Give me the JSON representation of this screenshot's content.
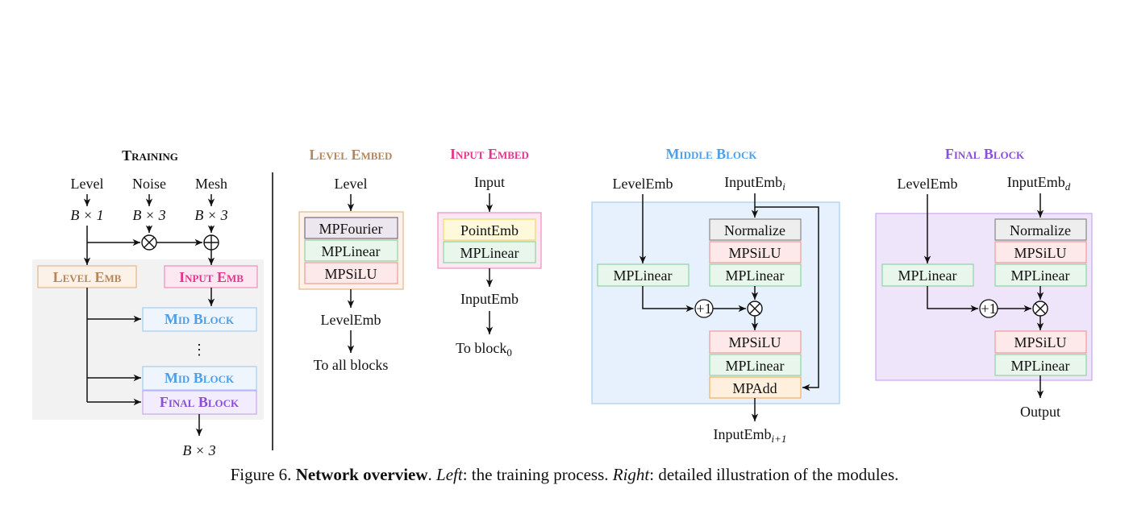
{
  "colors": {
    "level": "#b5865a",
    "input": "#e0368c",
    "mid": "#4f9ee8",
    "final": "#8a4fd8",
    "training_bg": "#f2f2f2",
    "level_box_fill": "#fdf2e7",
    "level_box_stroke": "#e3b78c",
    "input_box_fill": "#fde7f1",
    "input_box_stroke": "#ec8fbd",
    "mid_box_fill": "#eef5fd",
    "mid_box_stroke": "#a7cdf0",
    "final_box_fill": "#f3ecfc",
    "final_box_stroke": "#c7a8ee",
    "mid_block_fill": "#e6f1fd",
    "final_block_fill": "#efe5fb",
    "fourier_fill": "#ece6ee",
    "fourier_stroke": "#7a6a80",
    "linear_fill": "#e8f6ec",
    "linear_stroke": "#8fd3a5",
    "silu_fill": "#fde9e9",
    "silu_stroke": "#ef9a9a",
    "pointemb_fill": "#fff9dc",
    "pointemb_stroke": "#f0d86a",
    "normalize_fill": "#eeeeee",
    "normalize_stroke": "#888888",
    "mpadd_fill": "#fff0dd",
    "mpadd_stroke": "#f0b060"
  },
  "training": {
    "title": "Training",
    "inputs": [
      "Level",
      "Noise",
      "Mesh"
    ],
    "shapes": [
      "B × 1",
      "B × 3",
      "B × 3"
    ],
    "level_emb": "Level Emb",
    "input_emb": "Input Emb",
    "mid_block_1": "Mid Block",
    "dots": "⋮",
    "mid_block_2": "Mid Block",
    "final_block": "Final Block",
    "output_shape": "B × 3",
    "times_symbol": "⊗",
    "plus_symbol": "⊕"
  },
  "level_embed": {
    "title": "Level Embed",
    "input": "Level",
    "modules": [
      "MPFourier",
      "MPLinear",
      "MPSiLU"
    ],
    "output": "LevelEmb",
    "target": "To all blocks"
  },
  "input_embed": {
    "title": "Input Embed",
    "input": "Input",
    "modules": [
      "PointEmb",
      "MPLinear"
    ],
    "output": "InputEmb",
    "target": "To block",
    "target_sub": "0"
  },
  "middle_block": {
    "title": "Middle Block",
    "level_input": "LevelEmb",
    "emb_input": "InputEmb",
    "emb_input_sub": "i",
    "linear": "MPLinear",
    "upper_modules": [
      "Normalize",
      "MPSiLU",
      "MPLinear"
    ],
    "plus_one": "+1",
    "times_symbol": "⊗",
    "lower_modules": [
      "MPSiLU",
      "MPLinear",
      "MPAdd"
    ],
    "output": "InputEmb",
    "output_sub": "i+1"
  },
  "final_block": {
    "title": "Final Block",
    "level_input": "LevelEmb",
    "emb_input": "InputEmb",
    "emb_input_sub": "d",
    "linear": "MPLinear",
    "upper_modules": [
      "Normalize",
      "MPSiLU",
      "MPLinear"
    ],
    "plus_one": "+1",
    "times_symbol": "⊗",
    "lower_modules": [
      "MPSiLU",
      "MPLinear"
    ],
    "output": "Output"
  },
  "caption": {
    "prefix": "Figure 6. ",
    "bold": "Network overview",
    "after_bold": ". ",
    "left_label": "Left",
    "left_text": ": the training process. ",
    "right_label": "Right",
    "right_text": ": detailed illustration of the modules."
  }
}
